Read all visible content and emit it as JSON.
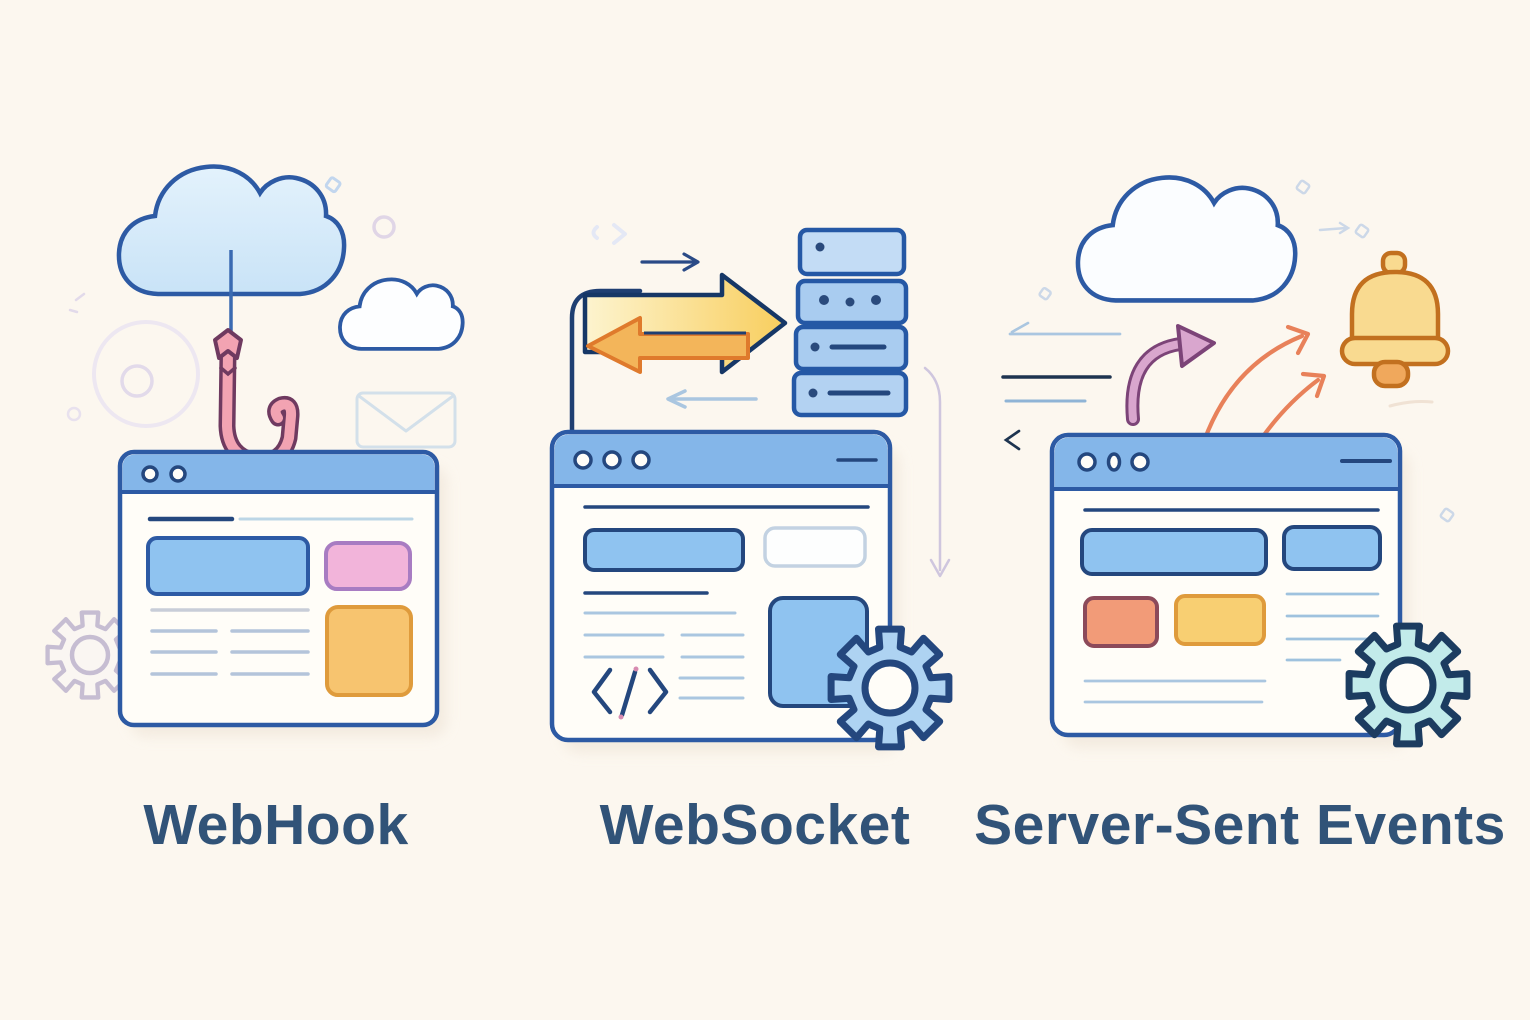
{
  "title": "WebHook vs WebSocket vs Server-Sent Events illustration",
  "panels": [
    {
      "id": "webhook",
      "label": "WebHook",
      "icons": [
        "cloud-icon",
        "hook-line",
        "fishing-hook-icon",
        "small-cloud-icon",
        "envelope-icon",
        "browser-window-icon",
        "window-dots",
        "banner-block",
        "pink-card",
        "orange-card",
        "text-lines",
        "gear-outline-icon",
        "circle-doodles"
      ]
    },
    {
      "id": "websocket",
      "label": "WebSocket",
      "icons": [
        "request-arrow-icon",
        "bidirectional-arrow-icon",
        "return-arrow-icon",
        "response-arrow-icon",
        "bracket-line",
        "server-stack-icon",
        "down-arrow-icon",
        "browser-window-icon",
        "window-dots",
        "banner-block",
        "outline-card",
        "code-tag-icon",
        "panel-block",
        "gear-icon",
        "text-lines"
      ]
    },
    {
      "id": "server_sent_events",
      "label": "Server-Sent Events",
      "icons": [
        "cloud-icon",
        "bell-icon",
        "curved-arrow-icon",
        "event-arrow-icon",
        "speed-lines",
        "browser-window-icon",
        "window-dots",
        "banner-block",
        "blue-card",
        "salmon-card",
        "yellow-card",
        "gear-icon",
        "text-lines",
        "diamond-doodles"
      ]
    }
  ],
  "palette": {
    "background": "#fcf7ef",
    "text": "#315378",
    "outline_blue": "#2d5aa4",
    "navy": "#24477e",
    "titlebar_blue": "#84b6e9",
    "content_blue": "#8fc3f0",
    "cloud_fill": "#dbeefb",
    "cloud_white": "#fbfdff",
    "light_line": "#aac6e0",
    "gray_line": "#b4c4da",
    "pink_card": "#f2b4da",
    "pink_border": "#a87cc2",
    "orange_card": "#f7c46f",
    "orange_border": "#df9b3c",
    "hook_pink": "#f2a3b2",
    "hook_outline": "#6f3a60",
    "arrow_yellow": "#f8ce5e",
    "arrow_yellow_light": "#fdf4cf",
    "arrow_orange": "#f3b55a",
    "arrow_orange_stroke": "#df7a2c",
    "server_fill": "#a9ccf0",
    "server_fill_light": "#c3dcf5",
    "lavender": "#cfc6de",
    "doodle_lavender": "#ddd2e6",
    "bell_fill": "#f9da90",
    "bell_clapper": "#f0a85c",
    "bell_stroke": "#c2701f",
    "purple_arrow": "#d9a6ce",
    "purple_arrow_stroke": "#7c4478",
    "sse_arrow": "#e8815a",
    "salmon_card": "#f29b78",
    "salmon_border": "#8c4a5a",
    "yellow_card": "#f8cf72",
    "teal_gear": "#c2ebea",
    "teal_gear_stroke": "#1c3c60",
    "window_body": "#fffdf8",
    "shadow": "#efe5d8"
  }
}
